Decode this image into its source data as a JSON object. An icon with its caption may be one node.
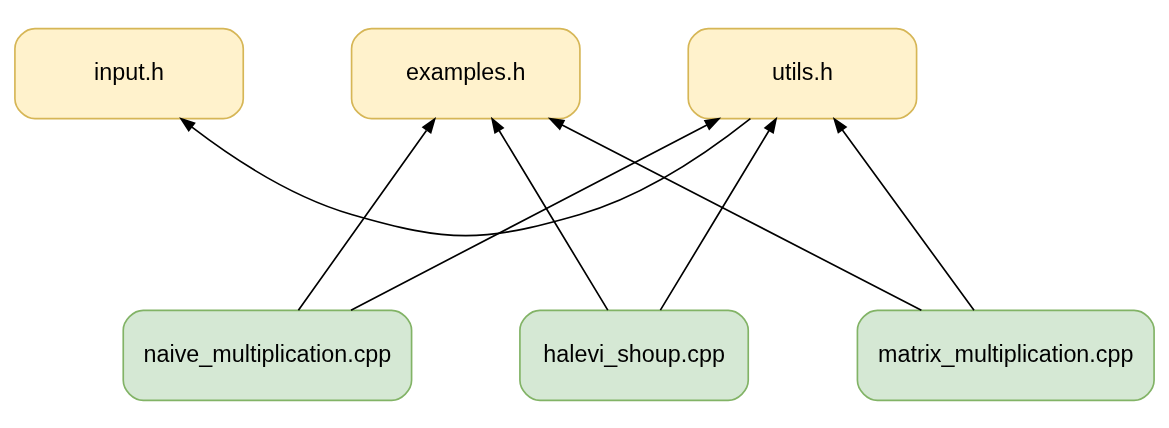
{
  "diagram": {
    "nodes": [
      {
        "text": [
          "input.h"
        ]
      },
      {
        "text": [
          "utils.h"
        ]
      },
      {
        "text": [
          "examples.h"
        ]
      },
      {
        "text": [
          "naive_multiplication.cpp"
        ]
      },
      {
        "text": [
          "halevi_shoup.cpp"
        ]
      },
      {
        "text": [
          "matrix_multiplication.cpp"
        ]
      }
    ],
    "edges": [
      {
        "from": 1,
        "to": 0,
        "arrow": "to"
      },
      {
        "from": 3,
        "to": 1,
        "arrow": "to"
      },
      {
        "from": 3,
        "to": 2,
        "arrow": "to"
      },
      {
        "from": 4,
        "to": 1,
        "arrow": "to"
      },
      {
        "from": 4,
        "to": 2,
        "arrow": "to"
      },
      {
        "from": 5,
        "to": 1,
        "arrow": "to"
      },
      {
        "from": 5,
        "to": 2,
        "arrow": "to"
      }
    ]
  }
}
